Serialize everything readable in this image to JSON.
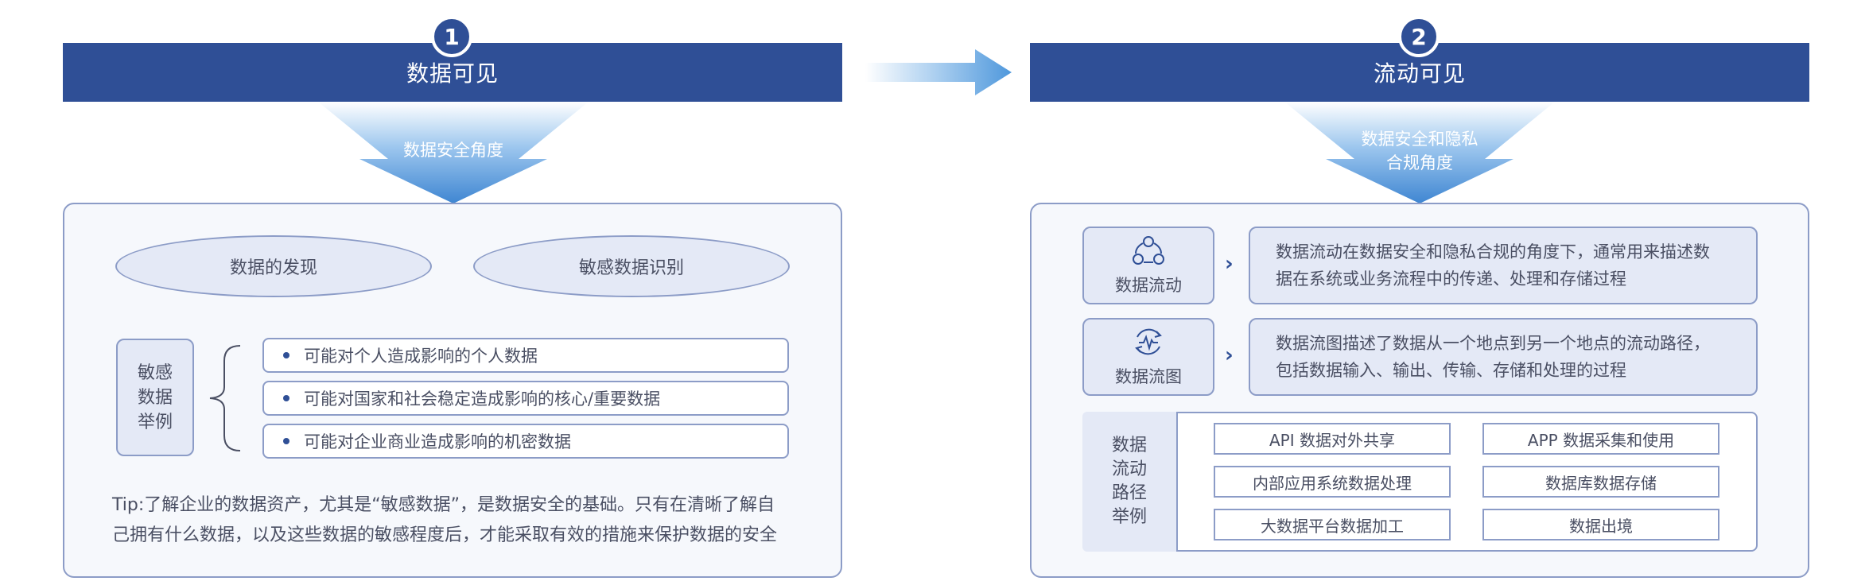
{
  "left": {
    "step_number": "1",
    "title": "数据可见",
    "funnel_label": "数据安全角度",
    "ellipses": [
      "数据的发现",
      "敏感数据识别"
    ],
    "side_tag": [
      "敏感",
      "数据",
      "举例"
    ],
    "bullets": [
      "可能对个人造成影响的个人数据",
      "可能对国家和社会稳定造成影响的核心/重要数据",
      "可能对企业商业造成影响的机密数据"
    ],
    "tip_lines": [
      "Tip:了解企业的数据资产，尤其是“敏感数据”，是数据安全的基础。只有在清晰了解自",
      "己拥有什么数据，以及这些数据的敏感程度后，才能采取有效的措施来保护数据的安全"
    ]
  },
  "right": {
    "step_number": "2",
    "title": "流动可见",
    "funnel_label_lines": [
      "数据安全和隐私",
      "合规角度"
    ],
    "cards": [
      {
        "icon": "three-circles-flow-icon",
        "label": "数据流动",
        "desc_lines": [
          "数据流动在数据安全和隐私合规的角度下，通常用来描述数",
          "据在系统或业务流程中的传递、处理和存储过程"
        ]
      },
      {
        "icon": "cycle-waveform-icon",
        "label": "数据流图",
        "desc_lines": [
          "数据流图描述了数据从一个地点到另一个地点的流动路径，",
          "包括数据输入、输出、传输、存储和处理的过程"
        ]
      }
    ],
    "example_tag": [
      "数据",
      "流动",
      "路径",
      "举例"
    ],
    "examples": [
      "API 数据对外共享",
      "APP 数据采集和使用",
      "内部应用系统数据处理",
      "数据库数据存储",
      "大数据平台数据加工",
      "数据出境"
    ]
  },
  "colors": {
    "primary": "#2f4f96",
    "panel_bg": "#f6f8fc",
    "tag_bg": "#e4e9f6",
    "border": "#8c9cc7",
    "arrow_light": "#5ea1df"
  }
}
